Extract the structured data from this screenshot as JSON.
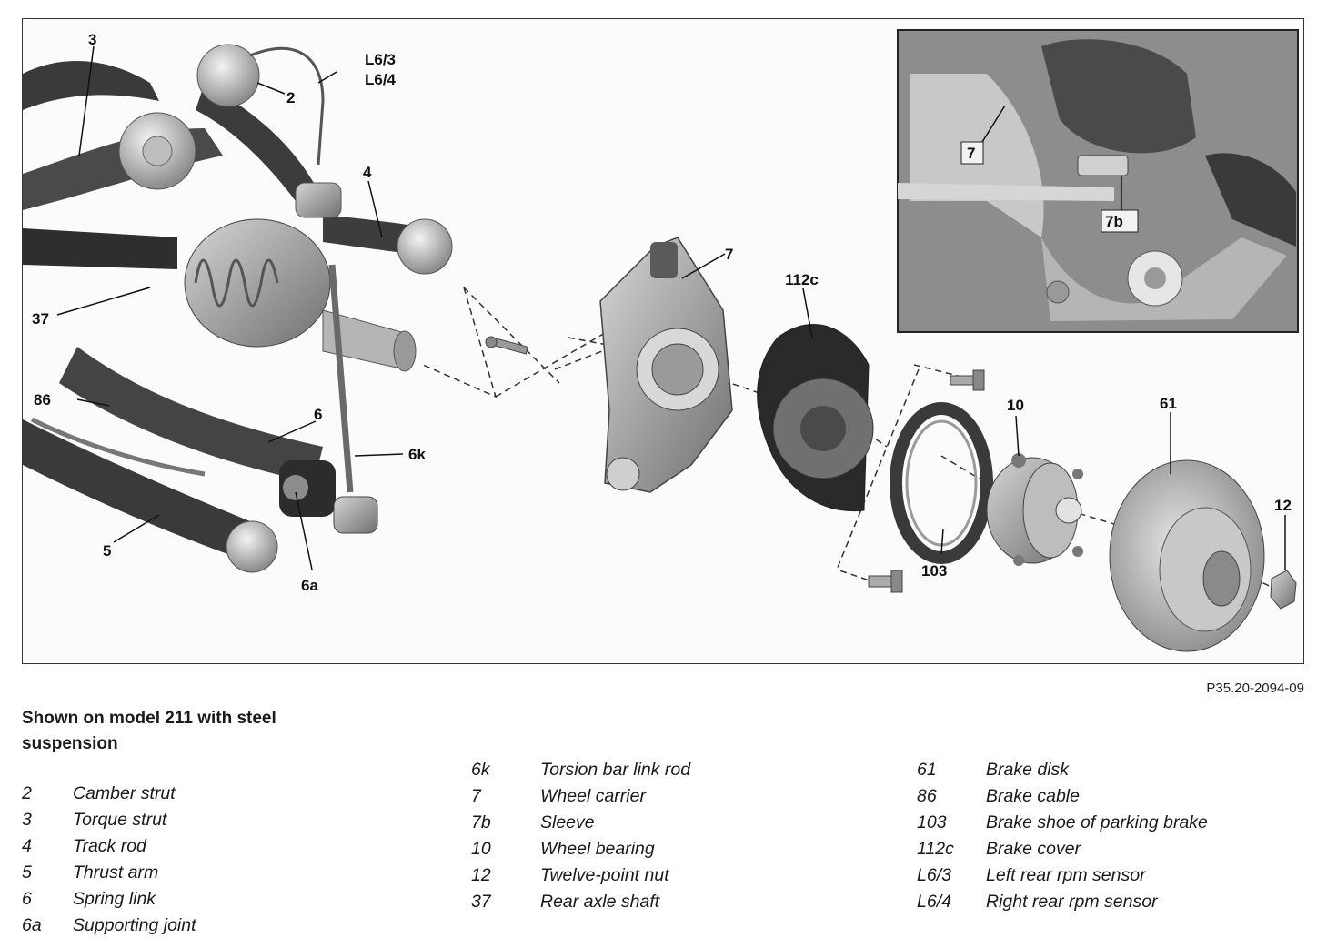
{
  "figure": {
    "callouts": {
      "c3": "3",
      "c2": "2",
      "cL63": "L6/3",
      "cL64": "L6/4",
      "c4": "4",
      "c37": "37",
      "c86": "86",
      "c6": "6",
      "c6k": "6k",
      "c5": "5",
      "c6a": "6a",
      "c7": "7",
      "c112c": "112c",
      "c10": "10",
      "c61": "61",
      "c103": "103",
      "c12": "12",
      "inset7": "7",
      "inset7b": "7b"
    },
    "reference_code": "P35.20-2094-09"
  },
  "caption": "Shown on model 211 with steel suspension",
  "legend": {
    "col1": [
      {
        "num": "2",
        "text": "Camber strut"
      },
      {
        "num": "3",
        "text": "Torque strut"
      },
      {
        "num": "4",
        "text": "Track rod"
      },
      {
        "num": "5",
        "text": "Thrust arm"
      },
      {
        "num": "6",
        "text": "Spring link"
      },
      {
        "num": "6a",
        "text": "Supporting joint"
      }
    ],
    "col2": [
      {
        "num": "6k",
        "text": "Torsion bar link rod"
      },
      {
        "num": "7",
        "text": "Wheel carrier"
      },
      {
        "num": "7b",
        "text": "Sleeve"
      },
      {
        "num": "10",
        "text": "Wheel bearing"
      },
      {
        "num": "12",
        "text": "Twelve-point nut"
      },
      {
        "num": "37",
        "text": "Rear axle shaft"
      }
    ],
    "col3": [
      {
        "num": "61",
        "text": "Brake disk"
      },
      {
        "num": "86",
        "text": "Brake cable"
      },
      {
        "num": "103",
        "text": "Brake shoe of parking brake"
      },
      {
        "num": "112c",
        "text": "Brake cover"
      },
      {
        "num": "L6/3",
        "text": "Left rear rpm sensor"
      },
      {
        "num": "L6/4",
        "text": "Right rear rpm sensor"
      }
    ]
  }
}
